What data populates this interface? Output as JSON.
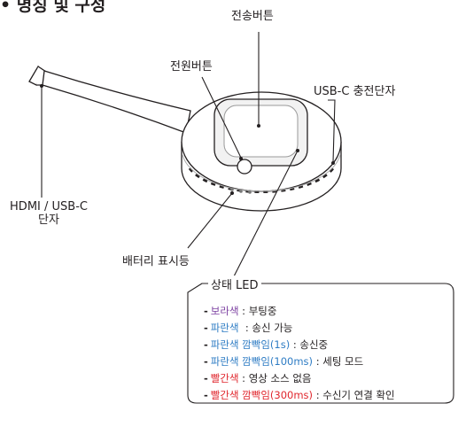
{
  "title": "• 명칭 및 구성",
  "labels": {
    "send_button": "전송버튼",
    "power_button": "전원버튼",
    "usb_c_charging_port": "USB-C 충전단자",
    "hdmi_connector_line1": "HDMI / USB-C",
    "hdmi_connector_line2": "단자",
    "battery_indicator": "배터리 표시등"
  },
  "legend": {
    "title": "상태 LED",
    "items": [
      {
        "color_name": "보라색",
        "color": "#7b3fa0",
        "sep": " : ",
        "meaning": "부팅중"
      },
      {
        "color_name": "파란색",
        "color": "#2e7cc4",
        "sep": "  : ",
        "meaning": "송신 가능"
      },
      {
        "color_name": "파란색 깜빡임(1s)",
        "color": "#2e7cc4",
        "sep": " : ",
        "meaning": "송신중"
      },
      {
        "color_name": "파란색 깜빡임(100ms)",
        "color": "#2e7cc4",
        "sep": " : ",
        "meaning": "세팅 모드"
      },
      {
        "color_name": "빨간색",
        "color": "#e0262d",
        "sep": " : ",
        "meaning": "영상 소스 없음"
      },
      {
        "color_name": "빨간색 깜빡임(300ms)",
        "color": "#e0262d",
        "sep": " : ",
        "meaning": "수신기 연결 확인"
      }
    ]
  }
}
